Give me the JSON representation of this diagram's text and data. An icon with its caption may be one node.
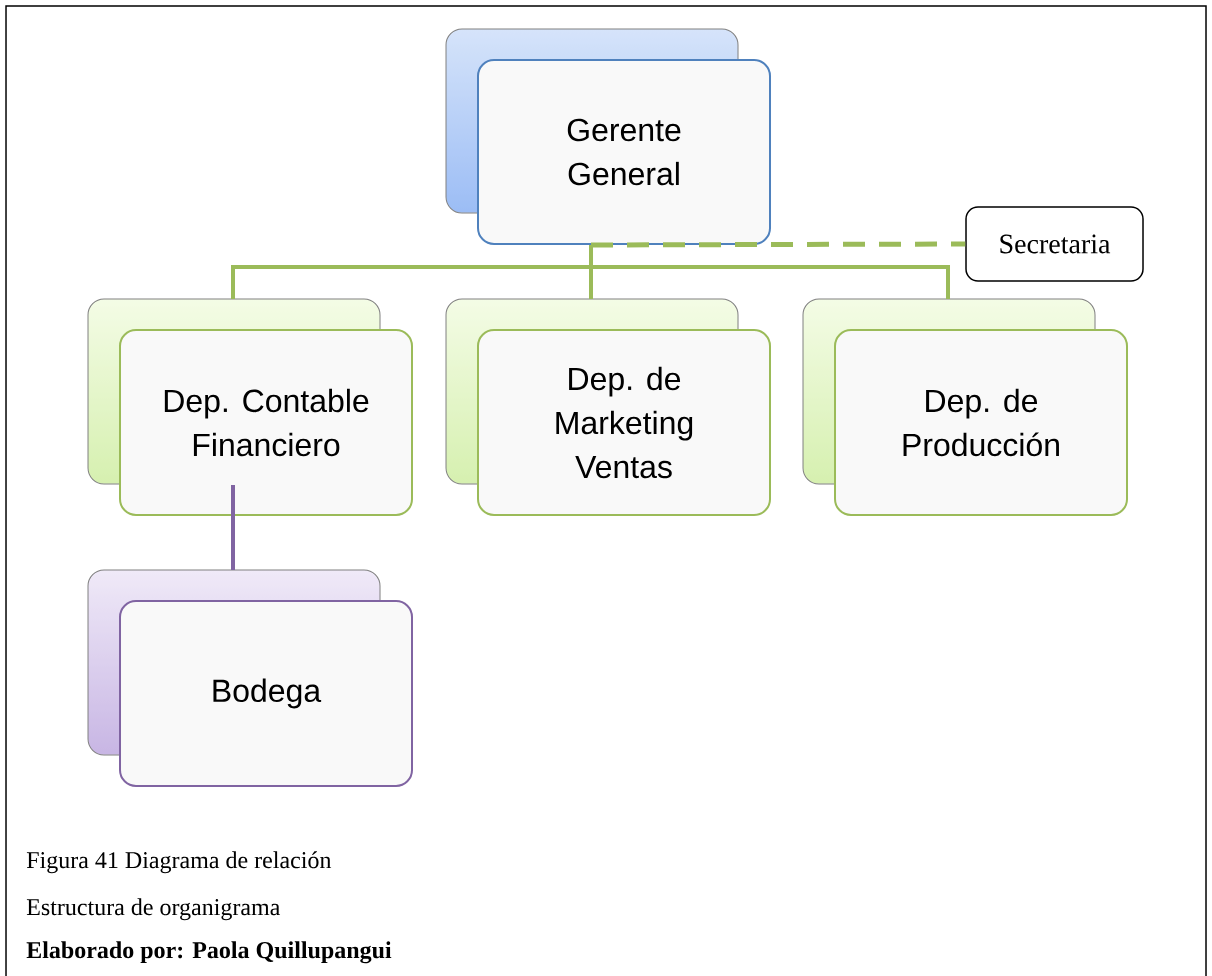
{
  "diagram": {
    "nodes": [
      {
        "text": [
          "Gerente General"
        ]
      },
      {
        "text": [
          "Secretaria"
        ]
      },
      {
        "text": [
          "Dep. Contable Financiero"
        ]
      },
      {
        "text": [
          "Dep. de Marketing Ventas"
        ]
      },
      {
        "text": [
          "Dep. de Producción"
        ]
      },
      {
        "text": [
          "Bodega"
        ]
      }
    ],
    "edges": [
      {
        "from": 0,
        "to": 1,
        "arrow": "none",
        "style": "dashed"
      },
      {
        "from": 0,
        "to": 2,
        "arrow": "none"
      },
      {
        "from": 0,
        "to": 3,
        "arrow": "none"
      },
      {
        "from": 0,
        "to": 4,
        "arrow": "none"
      },
      {
        "from": 2,
        "to": 5,
        "arrow": "none",
        "color": "#8064a2"
      }
    ],
    "labels": [
      "Figura 41 Diagrama de relación",
      "Estructura de organigrama",
      "Elaborado por: Paola Quillupangui"
    ]
  }
}
